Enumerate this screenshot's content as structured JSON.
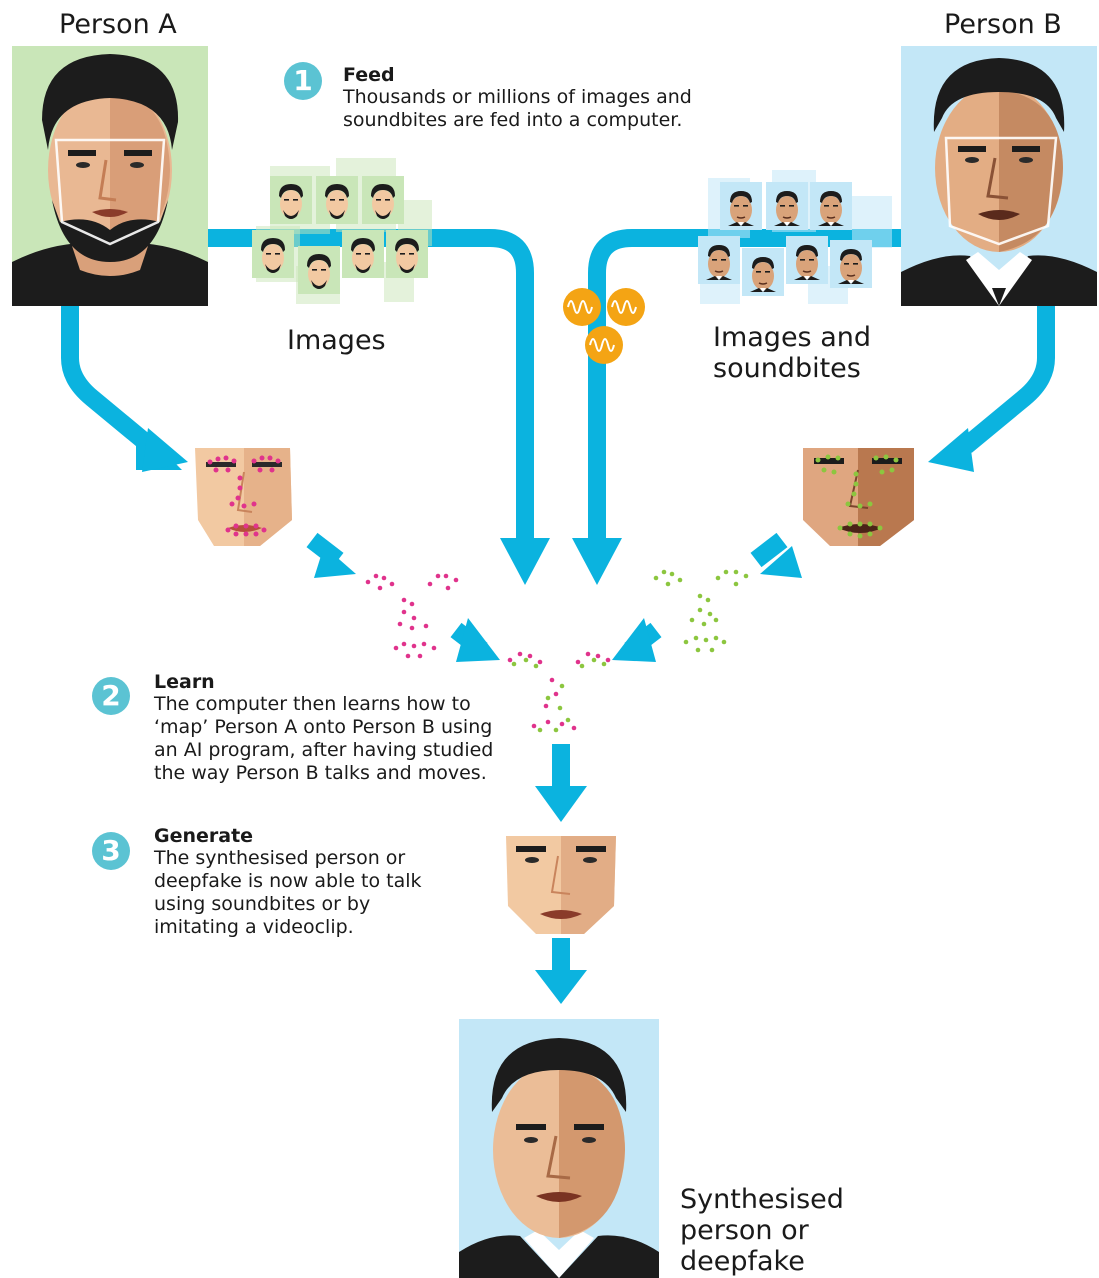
{
  "person_a": {
    "label": "Person A"
  },
  "person_b": {
    "label": "Person B"
  },
  "steps": [
    {
      "number": "1",
      "title": "Feed",
      "text": "Thousands or millions of images and soundbites are fed into a computer."
    },
    {
      "number": "2",
      "title": "Learn",
      "text": "The computer then learns how to ‘map’ Person A onto Person B using an AI program, after having studied the way Person B talks and moves."
    },
    {
      "number": "3",
      "title": "Generate",
      "text": "The synthesised person or deepfake is now able to talk using soundbites or by imitating a videoclip."
    }
  ],
  "labels": {
    "images": "Images",
    "images_and_soundbites": "Images and soundbites",
    "output": "Synthesised person or deepfake"
  },
  "colors": {
    "arrow": "#0bb3df",
    "person_a_bg": "#c9e6b8",
    "person_b_bg": "#c3e7f7",
    "dots_a": "#e0338c",
    "dots_b": "#8cc63f",
    "sound": "#f4a414",
    "skin": "#f2c9a2",
    "step_badge": "#5bc3d3"
  }
}
